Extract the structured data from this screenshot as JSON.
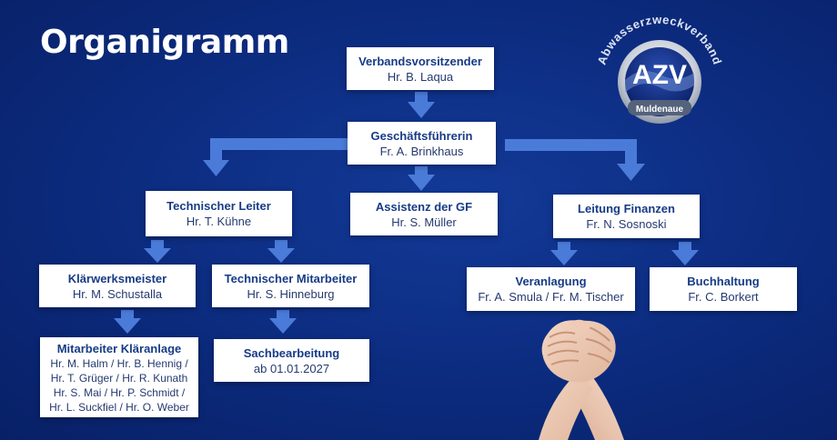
{
  "title": "Organigramm",
  "logo": {
    "arc_text": "Abwasserzweckverband",
    "abbr": "AZV",
    "region": "Muldenaue"
  },
  "org": {
    "chairman": {
      "role": "Verbandsvorsitzender",
      "name": "Hr. B. Laqua"
    },
    "managing_director": {
      "role": "Geschäftsführerin",
      "name": "Fr. A. Brinkhaus"
    },
    "technical_lead": {
      "role": "Technischer Leiter",
      "name": "Hr. T. Kühne"
    },
    "assistant": {
      "role": "Assistenz der GF",
      "name": "Hr. S. Müller"
    },
    "finance_lead": {
      "role": "Leitung Finanzen",
      "name": "Fr. N. Sosnoski"
    },
    "plant_master": {
      "role": "Klärwerksmeister",
      "name": "Hr. M. Schustalla"
    },
    "technical_staff": {
      "role": "Technischer Mitarbeiter",
      "name": "Hr. S. Hinneburg"
    },
    "assessment": {
      "role": "Veranlagung",
      "name": "Fr. A. Smula / Fr. M. Tischer"
    },
    "accounting": {
      "role": "Buchhaltung",
      "name": "Fr. C. Borkert"
    },
    "plant_staff": {
      "role": "Mitarbeiter Kläranlage",
      "names": [
        "Hr. M. Halm / Hr. B. Hennig /",
        "Hr. T. Grüger / Hr. R. Kunath",
        "Hr. S. Mai / Hr. P. Schmidt /",
        "Hr. L. Suckfiel / Hr. O. Weber"
      ]
    },
    "clerk": {
      "role": "Sachbearbeitung",
      "name": "ab 01.01.2027"
    }
  },
  "colors": {
    "background": "#0c2c80",
    "arrow": "#4a7bd9",
    "box_text": "#173b86",
    "logo_ring": "#d8dde6"
  }
}
